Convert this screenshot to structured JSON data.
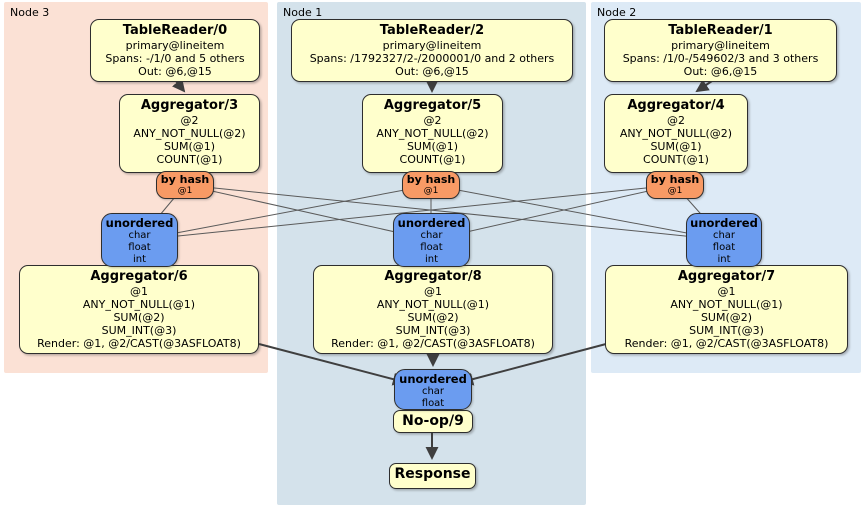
{
  "clusters": {
    "node3": {
      "label": "Node 3"
    },
    "node1": {
      "label": "Node 1"
    },
    "node2": {
      "label": "Node 2"
    }
  },
  "colors": {
    "node3_bg": "#fbe1d5",
    "node1_bg": "#d4e2eb",
    "node2_bg": "#ddeaf6",
    "processor_bg": "#ffffcc",
    "router_bg": "#f89a65",
    "synchronizer_bg": "#6b9cf0",
    "edge": "#3f3f3f"
  },
  "processors": {
    "tr0": {
      "title": "TableReader/0",
      "lines": [
        "primary@lineitem",
        "Spans: -/1/0 and 5 others",
        "Out: @6,@15"
      ]
    },
    "tr2": {
      "title": "TableReader/2",
      "lines": [
        "primary@lineitem",
        "Spans: /1792327/2-/2000001/0 and 2 others",
        "Out: @6,@15"
      ]
    },
    "tr1": {
      "title": "TableReader/1",
      "lines": [
        "primary@lineitem",
        "Spans: /1/0-/549602/3 and 3 others",
        "Out: @6,@15"
      ]
    },
    "agg3": {
      "title": "Aggregator/3",
      "lines": [
        "@2",
        "ANY_NOT_NULL(@2)",
        "SUM(@1)",
        "COUNT(@1)"
      ]
    },
    "agg5": {
      "title": "Aggregator/5",
      "lines": [
        "@2",
        "ANY_NOT_NULL(@2)",
        "SUM(@1)",
        "COUNT(@1)"
      ]
    },
    "agg4": {
      "title": "Aggregator/4",
      "lines": [
        "@2",
        "ANY_NOT_NULL(@2)",
        "SUM(@1)",
        "COUNT(@1)"
      ]
    },
    "agg6": {
      "title": "Aggregator/6",
      "lines": [
        "@1",
        "ANY_NOT_NULL(@1)",
        "SUM(@2)",
        "SUM_INT(@3)",
        "Render: @1, @2/CAST(@3ASFLOAT8)"
      ]
    },
    "agg8": {
      "title": "Aggregator/8",
      "lines": [
        "@1",
        "ANY_NOT_NULL(@1)",
        "SUM(@2)",
        "SUM_INT(@3)",
        "Render: @1, @2/CAST(@3ASFLOAT8)"
      ]
    },
    "agg7": {
      "title": "Aggregator/7",
      "lines": [
        "@1",
        "ANY_NOT_NULL(@1)",
        "SUM(@2)",
        "SUM_INT(@3)",
        "Render: @1, @2/CAST(@3ASFLOAT8)"
      ]
    },
    "noop": {
      "title": "No-op/9"
    },
    "response": {
      "title": "Response"
    }
  },
  "routers": {
    "hash3": {
      "title": "by hash",
      "detail": "@1"
    },
    "hash1": {
      "title": "by hash",
      "detail": "@1"
    },
    "hash2": {
      "title": "by hash",
      "detail": "@1"
    }
  },
  "synchronizers": {
    "un3": {
      "title": "unordered",
      "lines": [
        "char",
        "float",
        "int"
      ]
    },
    "un1": {
      "title": "unordered",
      "lines": [
        "char",
        "float",
        "int"
      ]
    },
    "un2": {
      "title": "unordered",
      "lines": [
        "char",
        "float",
        "int"
      ]
    },
    "unf": {
      "title": "unordered",
      "lines": [
        "char",
        "float"
      ]
    }
  }
}
